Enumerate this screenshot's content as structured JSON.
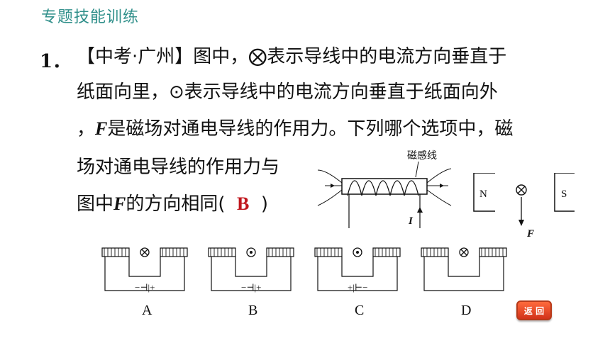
{
  "header": {
    "title": "专题技能训练"
  },
  "question": {
    "number": "1．",
    "line1": "【中考·广州】图中，⨂表示导线中的电流方向垂直于",
    "line2": "纸面向里，⊙表示导线中的电流方向垂直于纸面向外",
    "line3_prefix": "，",
    "line3_F": "F",
    "line3_rest": "是磁场对通电导线的作用力。下列哪个选项中，磁",
    "line4": "场对通电导线的作用力与",
    "line5_prefix": "图中",
    "line5_F": "F",
    "line5_mid": "的方向相同(",
    "answer": "B",
    "line5_end": ")"
  },
  "figure": {
    "field_label": "磁感线",
    "current_label": "I",
    "force_label": "F",
    "pole_n": "N",
    "pole_s": "S"
  },
  "options": [
    {
      "letter": "A",
      "wire": "cross",
      "battery": "−⊣|+"
    },
    {
      "letter": "B",
      "wire": "dot",
      "battery": "−⊣|+"
    },
    {
      "letter": "C",
      "wire": "dot",
      "battery": "+|⊢−"
    },
    {
      "letter": "D",
      "wire": "cross",
      "battery": ""
    }
  ],
  "return_button": {
    "label": "返 回"
  }
}
